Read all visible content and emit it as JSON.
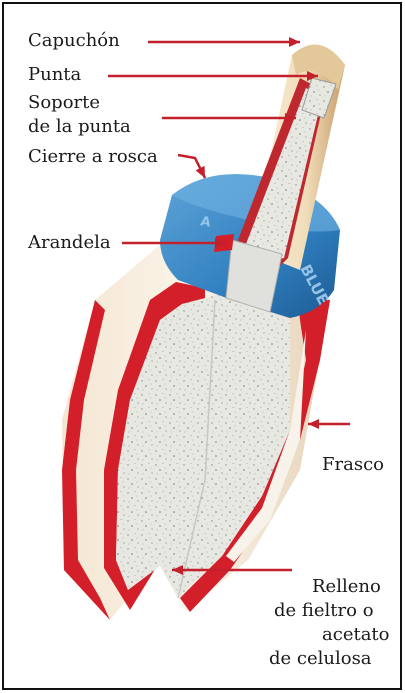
{
  "labels": {
    "capuchon": "Capuchón",
    "punta": "Punta",
    "soporte_line1": "Soporte",
    "soporte_line2": "de la punta",
    "cierre": "Cierre a rosca",
    "arandela": "Arandela",
    "frasco": "Frasco",
    "relleno_line1": "Relleno",
    "relleno_line2": "de fieltro o",
    "relleno_line3": "acetato",
    "relleno_line4": "de celulosa"
  },
  "cap_text": "BLUE",
  "colors": {
    "arrow": "#c4202c",
    "bottle_red": "#d21f2a",
    "cap_blue": "#2f7fbf",
    "cap_blue_dark": "#1f5f98",
    "felt": "#e6e6e0",
    "tip_cap": "#f3e1c2",
    "text": "#1a1a1a"
  }
}
